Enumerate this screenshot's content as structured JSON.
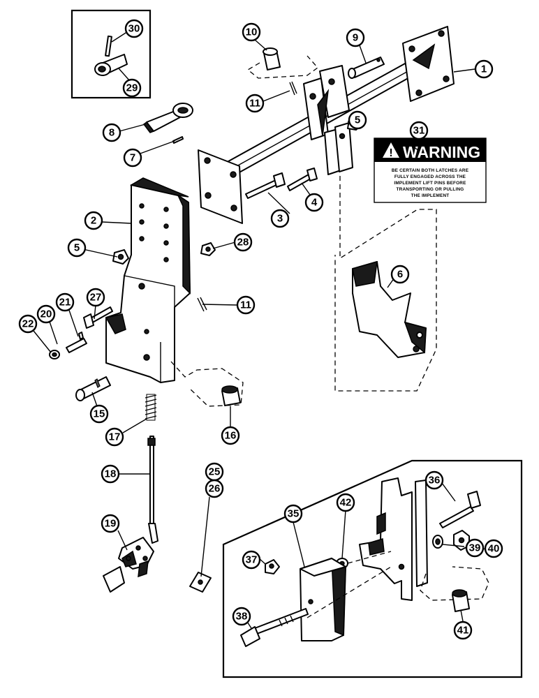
{
  "warning_label": {
    "heading": "WARNING",
    "lines": [
      "BE CERTAIN BOTH LATCHES ARE",
      "FULLY ENGAGED ACROSS THE",
      "IMPLEMENT LIFT PINS BEFORE",
      "TRANSPORTING OR PULLING",
      "THE IMPLEMENT"
    ]
  },
  "callouts": [
    {
      "n": "1"
    },
    {
      "n": "2"
    },
    {
      "n": "3"
    },
    {
      "n": "4"
    },
    {
      "n": "5"
    },
    {
      "n": "5"
    },
    {
      "n": "6"
    },
    {
      "n": "7"
    },
    {
      "n": "8"
    },
    {
      "n": "9"
    },
    {
      "n": "10"
    },
    {
      "n": "11"
    },
    {
      "n": "11"
    },
    {
      "n": "15"
    },
    {
      "n": "16"
    },
    {
      "n": "17"
    },
    {
      "n": "18"
    },
    {
      "n": "19"
    },
    {
      "n": "20"
    },
    {
      "n": "21"
    },
    {
      "n": "22"
    },
    {
      "n": "25"
    },
    {
      "n": "26"
    },
    {
      "n": "27"
    },
    {
      "n": "28"
    },
    {
      "n": "29"
    },
    {
      "n": "30"
    },
    {
      "n": "31"
    },
    {
      "n": "35"
    },
    {
      "n": "36"
    },
    {
      "n": "37"
    },
    {
      "n": "38"
    },
    {
      "n": "39"
    },
    {
      "n": "40"
    },
    {
      "n": "41"
    },
    {
      "n": "42"
    }
  ]
}
